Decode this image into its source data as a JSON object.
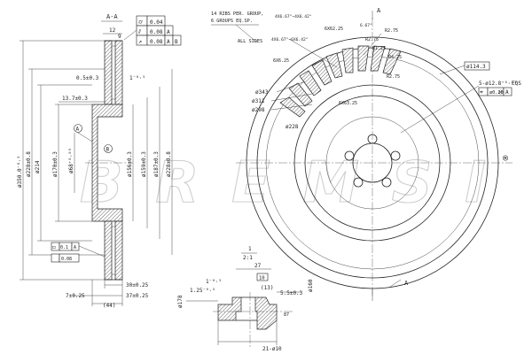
{
  "watermark": {
    "text": "BREMSI",
    "mark": "®"
  },
  "section": {
    "label": "A-A",
    "gdt": [
      [
        "⌭",
        "0.04",
        "",
        ""
      ],
      [
        "⫽",
        "0.08",
        "A",
        ""
      ],
      [
        "↗",
        "0.08",
        "A",
        "B"
      ]
    ],
    "top": {
      "w12": "12",
      "w9": "9"
    },
    "left_dims": [
      "ø350.0⁻⁰·²",
      "ø228±0.8",
      "ø214"
    ],
    "inner_dims": [
      "ø170±0.3",
      "ø68⁺⁰·⁰⁵",
      "ø156±0.3",
      "ø159±0.3",
      "ø187±0.3",
      "ø228±0.8"
    ],
    "horiz_dims": [
      "0.5±0.3",
      "1⁻⁰·⁵",
      "13.7±0.3"
    ],
    "bottom_dims": [
      "30±0.25",
      "37±0.25",
      "7±0.25",
      "(44)"
    ],
    "small_gdt": [
      [
        "◻",
        "0.1",
        "A"
      ],
      [
        "",
        "0.08",
        ""
      ]
    ],
    "datums": [
      "A",
      "B"
    ]
  },
  "detail": {
    "scale": "2:1",
    "index": "1",
    "dims": [
      "27",
      "10",
      "(13)",
      "5.5±0.3",
      "1⁻⁰·⁵",
      "1.25⁻⁰·⁵",
      "ø178",
      "ø160",
      "21-ø10",
      "87"
    ],
    "flag": "A"
  },
  "front": {
    "notes": [
      "14 RIBS PER. GROUP,",
      "6 GROUPS EQ.SP."
    ],
    "all_sides": "ALL SIDES",
    "angles": [
      "4X6.67°~4X6.42°",
      "4X6.67°~6X6.42°",
      "6.67°"
    ],
    "r_labels": [
      "R2.75",
      "R1.25",
      "R2.75",
      "R4.25",
      "R2.75",
      "6X6.25",
      "6X62.25",
      "6X63.25"
    ],
    "diam": [
      "ø343",
      "ø311",
      "ø298",
      "ø228",
      "ø114.3"
    ],
    "holes": "5-ø12.8⁺⁰·²⁵",
    "eqs": "EQS",
    "pos": [
      "⌖",
      "ø0.20",
      "Ⓜ",
      "A"
    ],
    "section_mark": "A"
  }
}
